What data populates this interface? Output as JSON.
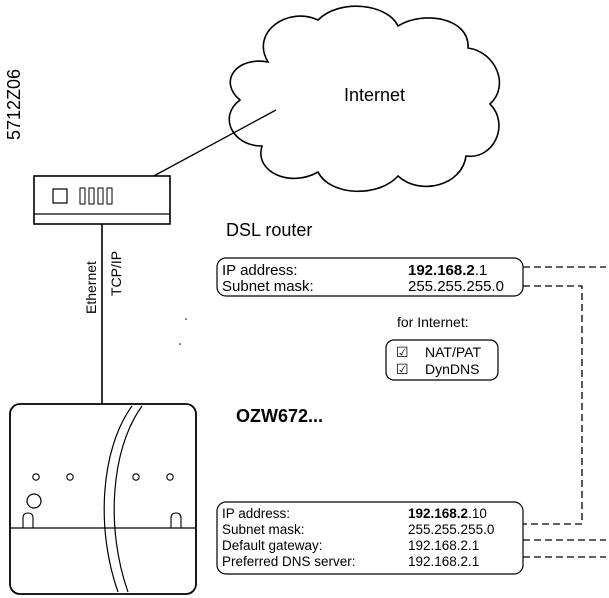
{
  "doc_id": "5712Z06",
  "cloud": {
    "label": "Internet"
  },
  "link": {
    "line1": "Ethernet",
    "line2": "TCP/IP"
  },
  "router": {
    "title": "DSL router",
    "ip": {
      "label": "IP address:",
      "value_bold": "192.168.2",
      "value_rest": ".1"
    },
    "mask": {
      "label": "Subnet mask:",
      "value": "255.255.255.0"
    },
    "for_internet": "for Internet:",
    "features": [
      {
        "label": "NAT/PAT",
        "checked": true
      },
      {
        "label": "DynDNS",
        "checked": true
      }
    ]
  },
  "device": {
    "title_main": "OZW672",
    "title_suffix": "...",
    "ip": {
      "label": "IP address:",
      "value_bold": "192.168.2",
      "value_rest": ".10"
    },
    "mask": {
      "label": "Subnet mask:",
      "value": "255.255.255.0"
    },
    "gateway": {
      "label": "Default gateway:",
      "value": "192.168.2.1"
    },
    "dns": {
      "label": "Preferred DNS server:",
      "value": "192.168.2.1"
    }
  },
  "checkbox_glyph": "☑"
}
